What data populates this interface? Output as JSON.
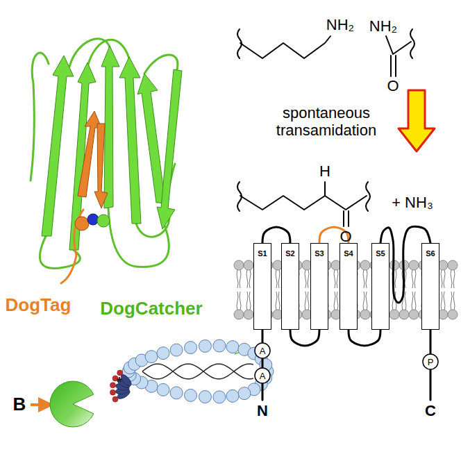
{
  "diagram": {
    "nodes": [
      {
        "text": [
          "S1"
        ]
      },
      {
        "text": [
          "S2"
        ]
      },
      {
        "text": [
          "S3"
        ]
      },
      {
        "text": [
          "S4"
        ]
      },
      {
        "text": [
          "S5"
        ]
      },
      {
        "text": [
          "S6"
        ]
      },
      {
        "text": [
          "A"
        ]
      },
      {
        "text": [
          "A"
        ]
      },
      {
        "text": [
          "P"
        ]
      }
    ],
    "edges": [
      {
        "from": 0,
        "to": 1,
        "arrow": "none"
      },
      {
        "from": 1,
        "to": 2,
        "arrow": "none"
      },
      {
        "from": 2,
        "to": 3,
        "arrow": "none"
      },
      {
        "from": 3,
        "to": 4,
        "arrow": "none"
      },
      {
        "from": 4,
        "to": 5,
        "arrow": "none"
      },
      {
        "from": 7,
        "to": 6,
        "arrow": "none"
      },
      {
        "from": 6,
        "to": 0,
        "arrow": "none"
      },
      {
        "from": 5,
        "to": 8,
        "arrow": "none"
      }
    ],
    "labels": [
      "DogTag",
      "DogCatcher",
      "NH₂",
      "NH₂",
      "O",
      "spontaneous transamidation",
      "H",
      "O",
      "+ NH₃",
      "*",
      "B",
      "N",
      "C"
    ]
  }
}
